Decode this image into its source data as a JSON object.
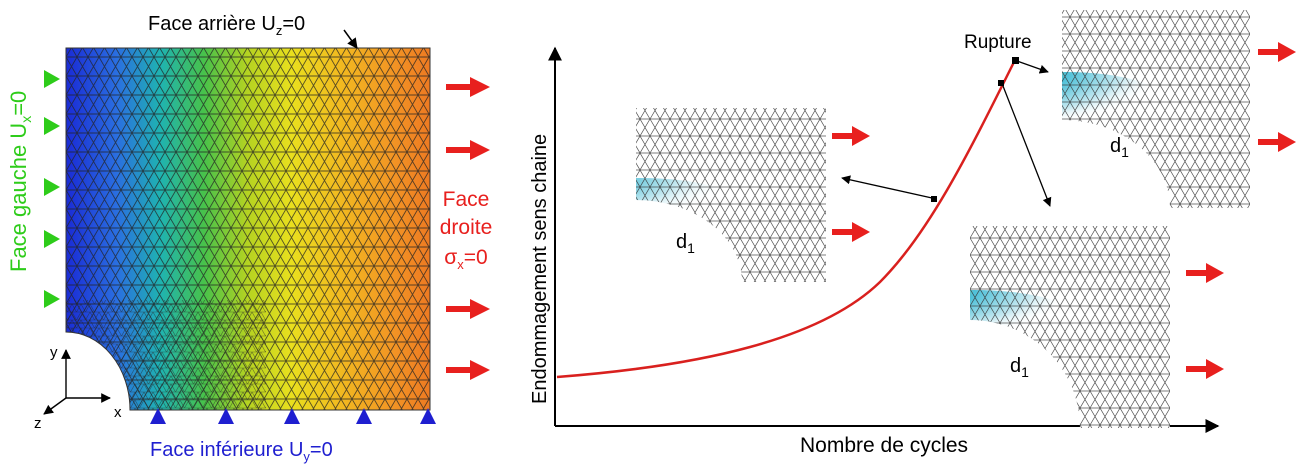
{
  "left_panel": {
    "top_label": "Face arrière U",
    "top_sub": "z",
    "top_eq": "=0",
    "left_label": "Face gauche U",
    "left_sub": "x",
    "left_eq": "=0",
    "right_label_line1": "Face",
    "right_label_line2": "droite",
    "right_label_sigma": "σ",
    "right_label_sub": "x",
    "right_label_eq": "=0",
    "bottom_label": "Face inférieure U",
    "bottom_sub": "y",
    "bottom_eq": "=0",
    "axis_y": "y",
    "axis_x": "x",
    "axis_z": "z"
  },
  "graph": {
    "ylabel": "Endommagement sens chaine",
    "xlabel": "Nombre de cycles",
    "rupture_label": "Rupture",
    "inset_label": "d",
    "inset_sub": "1"
  },
  "colors": {
    "arrow_red": "#e8201e",
    "curve_red": "#d9201e",
    "green": "#2ecc1a",
    "blue": "#1f1fd0",
    "right_label_red": "#e8201e"
  }
}
